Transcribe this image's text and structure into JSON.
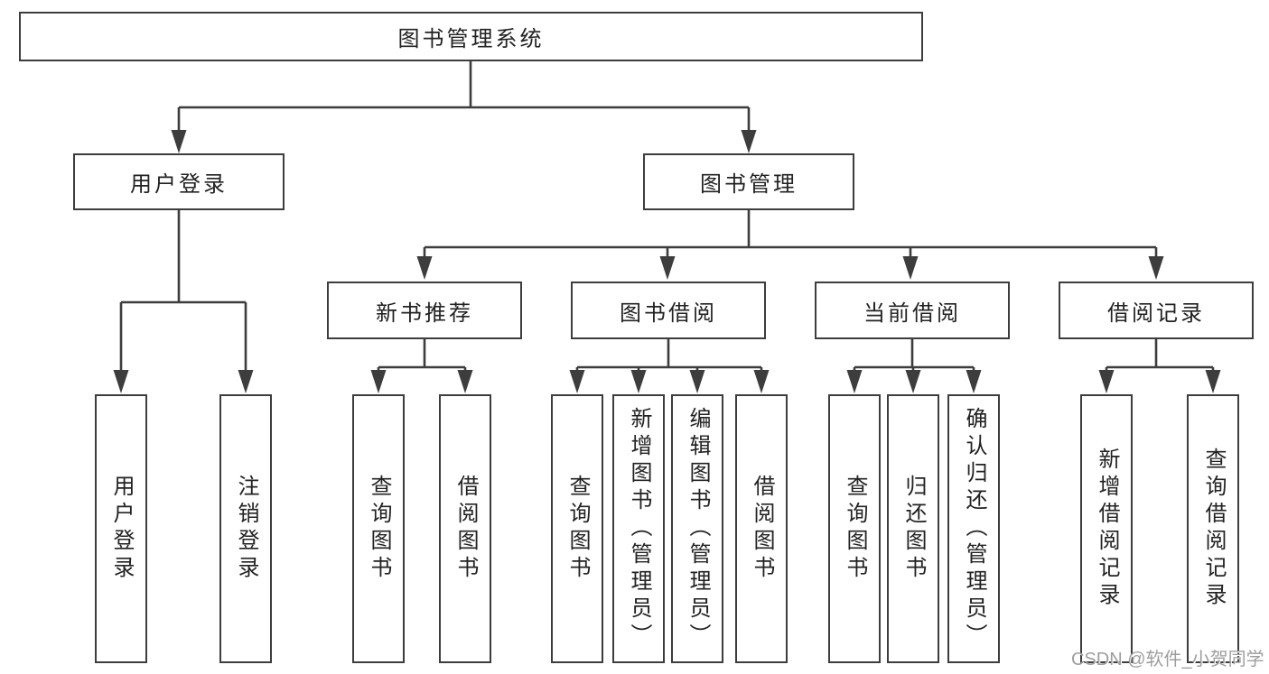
{
  "diagram": {
    "root": {
      "label": "图书管理系统"
    },
    "level2": [
      {
        "label": "用户登录"
      },
      {
        "label": "图书管理"
      }
    ],
    "level3": [
      {
        "label": "新书推荐"
      },
      {
        "label": "图书借阅"
      },
      {
        "label": "当前借阅"
      },
      {
        "label": "借阅记录"
      }
    ],
    "leaves": [
      {
        "label": "用户登录"
      },
      {
        "label": "注销登录"
      },
      {
        "label": "查询图书"
      },
      {
        "label": "借阅图书"
      },
      {
        "label": "查询图书"
      },
      {
        "label": "新增图书（管理员）"
      },
      {
        "label": "编辑图书（管理员）"
      },
      {
        "label": "借阅图书"
      },
      {
        "label": "查询图书"
      },
      {
        "label": "归还图书"
      },
      {
        "label": "确认归还（管理员）"
      },
      {
        "label": "新增借阅记录"
      },
      {
        "label": "查询借阅记录"
      }
    ]
  },
  "watermark": "CSDN @软件_小贺同学",
  "colors": {
    "line": "#3d3d3d",
    "text": "#222222",
    "watermark": "#9e9e9e",
    "background": "#ffffff"
  }
}
